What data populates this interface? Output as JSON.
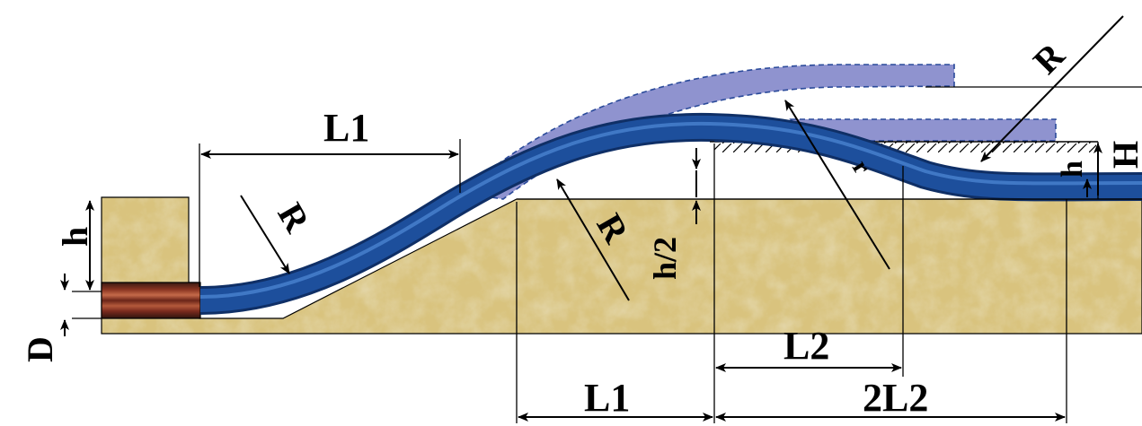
{
  "labels": {
    "l1_top": "L1",
    "l1_bottom": "L1",
    "l2": "L2",
    "two_l2": "2L2",
    "r_left": "R",
    "r_middle": "R",
    "r_right": "R",
    "r_small": "r",
    "h_left": "h",
    "h_half": "h/2",
    "h_right": "h",
    "big_h": "H",
    "d": "D"
  },
  "colors": {
    "pipe_main": "#1d4f9c",
    "pipe_highlight": "#4a82d0",
    "pipe_dark": "#0f2f66",
    "pipe_ghost": "#8f93cf",
    "pipe_ghost_edge": "#2a4a9a",
    "soil": "#d8c27a",
    "soil_light": "#ece0b0",
    "soil_dark": "#b89a55",
    "casing": "#7a2a20",
    "casing_stripe": "#c05a40"
  }
}
